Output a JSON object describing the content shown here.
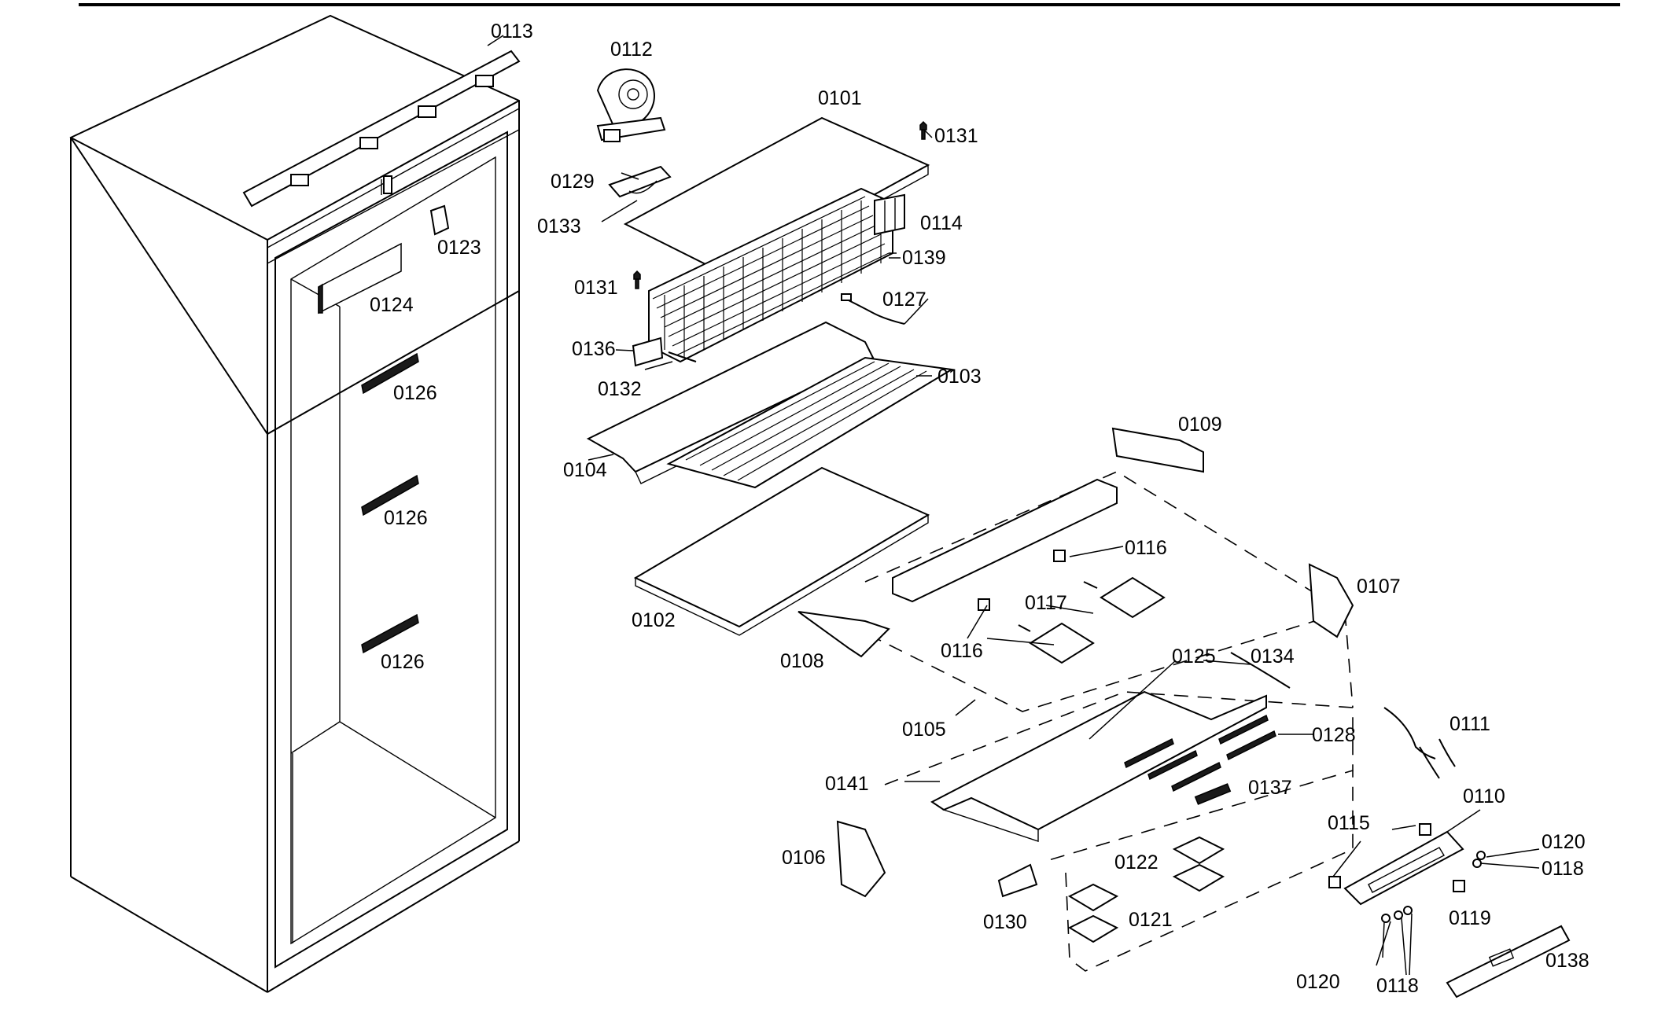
{
  "labels": {
    "p0101": "0101",
    "p0102": "0102",
    "p0103": "0103",
    "p0104": "0104",
    "p0105": "0105",
    "p0106": "0106",
    "p0107": "0107",
    "p0108": "0108",
    "p0109": "0109",
    "p0110": "0110",
    "p0111": "0111",
    "p0112": "0112",
    "p0113": "0113",
    "p0114": "0114",
    "p0115": "0115",
    "p0116a": "0116",
    "p0116b": "0116",
    "p0117": "0117",
    "p0118a": "0118",
    "p0118b": "0118",
    "p0119": "0119",
    "p0120a": "0120",
    "p0120b": "0120",
    "p0121": "0121",
    "p0122": "0122",
    "p0123": "0123",
    "p0124": "0124",
    "p0125": "0125",
    "p0126a": "0126",
    "p0126b": "0126",
    "p0126c": "0126",
    "p0127": "0127",
    "p0128": "0128",
    "p0129": "0129",
    "p0130": "0130",
    "p0131a": "0131",
    "p0131b": "0131",
    "p0132": "0132",
    "p0133": "0133",
    "p0134": "0134",
    "p0136": "0136",
    "p0137": "0137",
    "p0138": "0138",
    "p0139": "0139",
    "p0141": "0141"
  }
}
